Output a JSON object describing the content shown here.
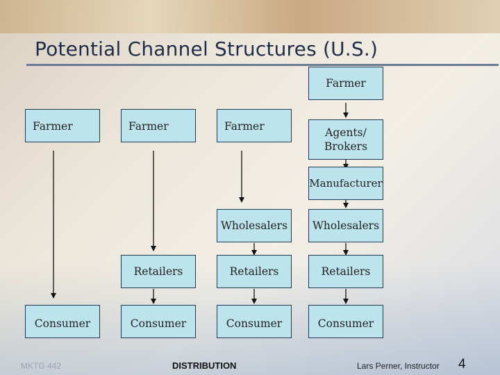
{
  "slide": {
    "title": "Potential Channel Structures (U.S.)",
    "footer_left": "MKTG 442",
    "footer_center": "DISTRIBUTION",
    "footer_right": "Lars Perner, Instructor",
    "page_number": "4"
  },
  "channels": [
    {
      "farmer": "Farmer",
      "consumer": "Consumer"
    },
    {
      "farmer": "Farmer",
      "retailers": "Retailers",
      "consumer": "Consumer"
    },
    {
      "farmer": "Farmer",
      "wholesalers": "Wholesalers",
      "retailers": "Retailers",
      "consumer": "Consumer"
    },
    {
      "farmer": "Farmer",
      "agents": "Agents/ Brokers",
      "manufacturer": "Manufacturer",
      "wholesalers": "Wholesalers",
      "retailers": "Retailers",
      "consumer": "Consumer"
    }
  ]
}
